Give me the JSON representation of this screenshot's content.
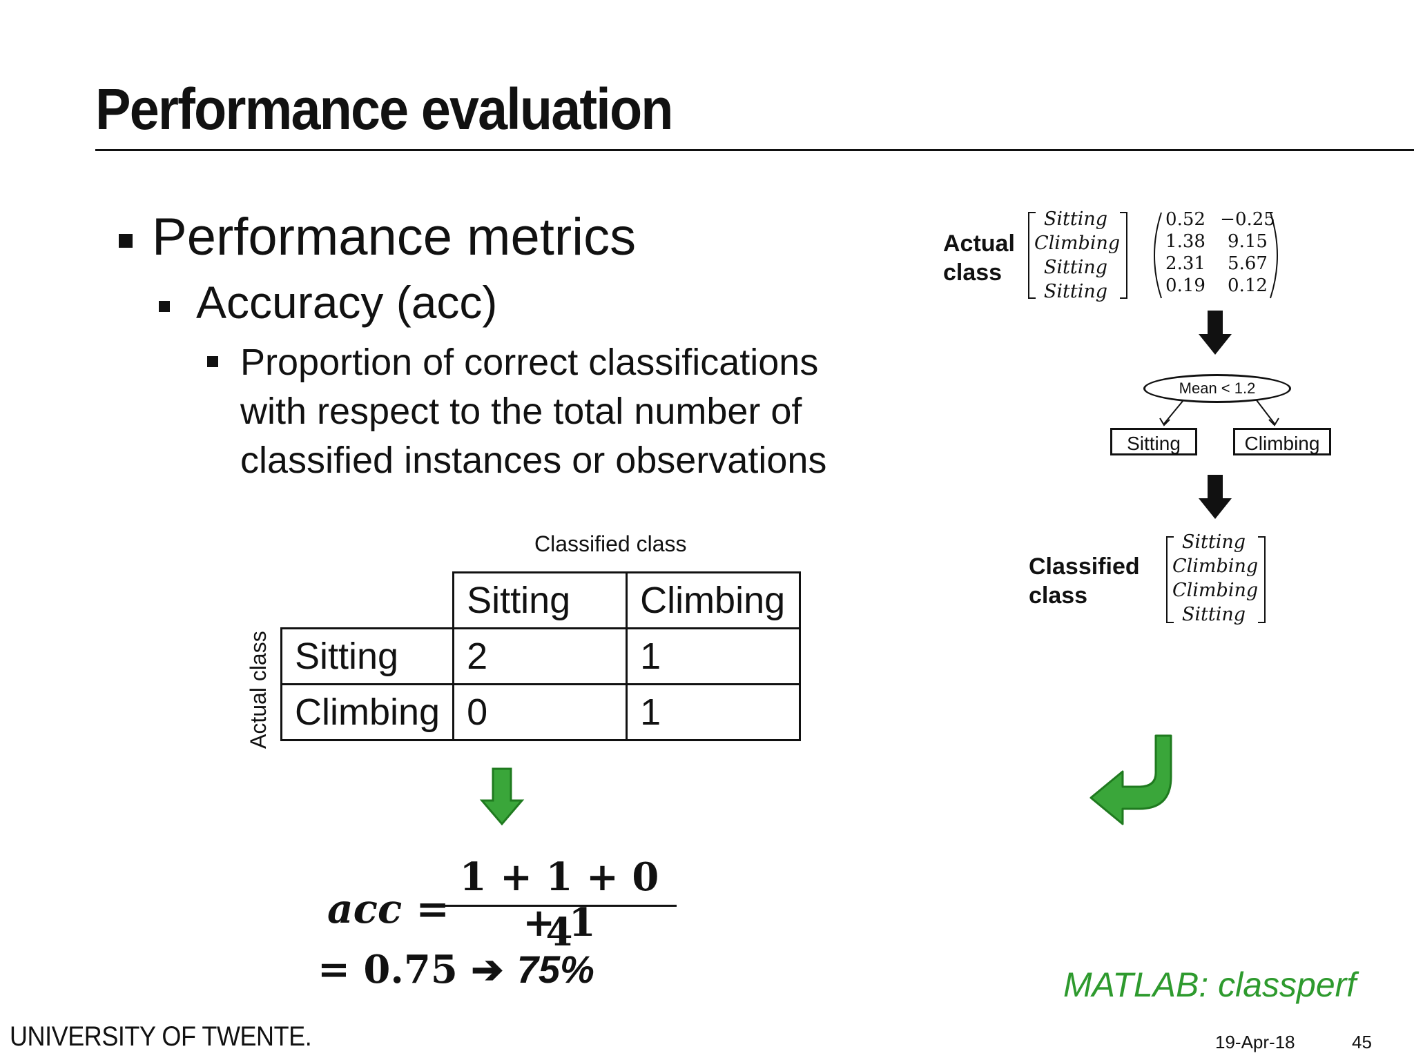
{
  "slide": {
    "title": "Performance evaluation",
    "bullet_1": "Performance metrics",
    "bullet_2": "Accuracy (acc)",
    "bullet_3_lines": [
      "Proportion of correct classifications",
      "with respect to the total number of",
      "classified instances or observations"
    ]
  },
  "confusion_table": {
    "column_header": "Classified class",
    "row_header": "Actual class",
    "columns": [
      "Sitting",
      "Climbing"
    ],
    "rows": [
      {
        "label": "Sitting",
        "values": [
          "2",
          "1"
        ]
      },
      {
        "label": "Climbing",
        "values": [
          "0",
          "1"
        ]
      }
    ]
  },
  "formula": {
    "lhs": "acc =",
    "numerator": "1 + 1 + 0 + 1",
    "denominator": "4",
    "result": "= 0.75",
    "arrow": "➔",
    "percent": "75%"
  },
  "diagram": {
    "actual_label": [
      "Actual",
      "class"
    ],
    "actual_vector": [
      "Sitting",
      "Climbing",
      "Sitting",
      "Sitting"
    ],
    "feature_matrix": [
      [
        "0.52",
        "−0.25"
      ],
      [
        "1.38",
        "9.15"
      ],
      [
        "2.31",
        "5.67"
      ],
      [
        "0.19",
        "0.12"
      ]
    ],
    "decision_node": "Mean < 1.2",
    "leaf_left": "Sitting",
    "leaf_right": "Climbing",
    "classified_label": [
      "Classified",
      "class"
    ],
    "classified_vector": [
      "Sitting",
      "Climbing",
      "Climbing",
      "Sitting"
    ]
  },
  "matlab_note": "MATLAB: classperf",
  "footer": {
    "logo": "UNIVERSITY OF TWENTE.",
    "date": "19-Apr-18",
    "page": "45"
  },
  "colors": {
    "arrow_black": "#111111",
    "arrow_green": "#3aa63a",
    "arrow_green_dark": "#1f7a1f",
    "matlab_text": "#2e9a2e"
  }
}
